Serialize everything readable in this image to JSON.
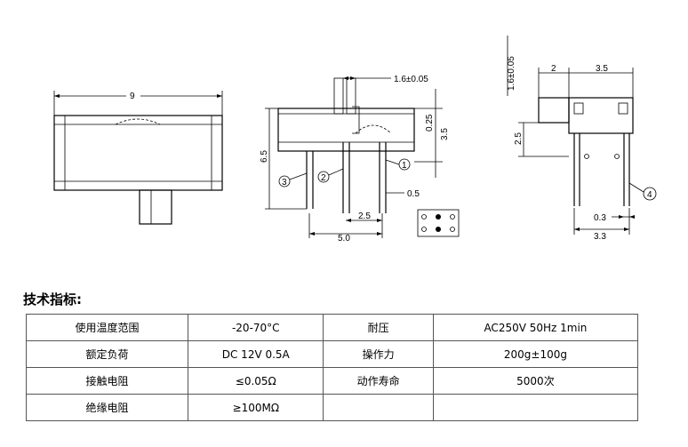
{
  "drawing": {
    "front": {
      "width_label": "9"
    },
    "side": {
      "pitch_label": "1.6±0.05",
      "height_label": "6.5",
      "offset_label": "0.25",
      "body_label": "3.5",
      "pin_label": "0.5",
      "spacing_label": "2.5",
      "total_label": "5.0",
      "terminals": [
        "3",
        "2",
        "1"
      ]
    },
    "right": {
      "vertical_label": "1.6±0.05",
      "top_left_label": "2",
      "top_right_label": "3.5",
      "height_label": "2.5",
      "pin_label": "0.3",
      "total_label": "3.3",
      "terminal": "4"
    }
  },
  "specs": {
    "title": "技术指标:",
    "rows": [
      [
        "使用温度范围",
        "-20-70°C",
        "耐压",
        "AC250V 50Hz 1min"
      ],
      [
        "额定负荷",
        "DC 12V 0.5A",
        "操作力",
        "200g±100g"
      ],
      [
        "接触电阻",
        "≤0.05Ω",
        "动作寿命",
        "5000次"
      ],
      [
        "绝缘电阻",
        "≥100MΩ",
        "",
        ""
      ]
    ]
  }
}
